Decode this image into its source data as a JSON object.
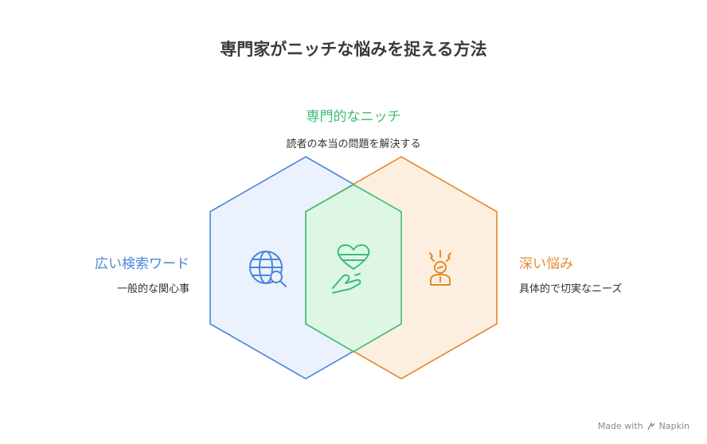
{
  "title": "専門家がニッチな悩みを捉える方法",
  "sections": {
    "left": {
      "label": "広い検索ワード",
      "description": "一般的な関心事",
      "color": "#4a86d8",
      "icon": "globe-search-icon"
    },
    "center": {
      "label": "専門的なニッチ",
      "description": "読者の本当の問題を解決する",
      "color": "#3ebd75",
      "icon": "heart-hand-icon"
    },
    "right": {
      "label": "深い悩み",
      "description": "具体的で切実なニーズ",
      "color": "#e08a2e",
      "icon": "stressed-person-icon"
    }
  },
  "footer": {
    "made_with": "Made with",
    "brand": "Napkin"
  }
}
